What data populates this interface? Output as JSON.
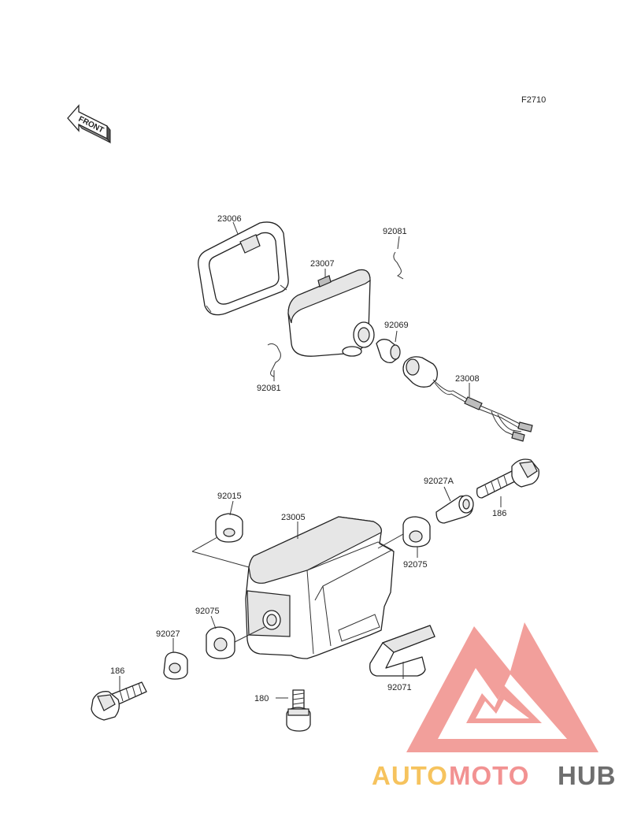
{
  "figure_code": "F2710",
  "front_arrow_text": "FRONT",
  "watermark": {
    "text_auto": "AUTO",
    "text_moto": "MOTO",
    "text_hub": "HUB",
    "color_auto": "#f5b942",
    "color_moto": "#f08080",
    "color_hub": "#555555",
    "logo_color": "#f08f8a"
  },
  "part_labels": {
    "p23006": "23006",
    "p23007": "23007",
    "p92081_top": "92081",
    "p92069": "92069",
    "p92081_left": "92081",
    "p23008": "23008",
    "p92015": "92015",
    "p23005": "23005",
    "p92027A": "92027A",
    "p186_right": "186",
    "p92075_right": "92075",
    "p92075_left": "92075",
    "p92027": "92027",
    "p186_left": "186",
    "p180": "180",
    "p92071": "92071"
  }
}
